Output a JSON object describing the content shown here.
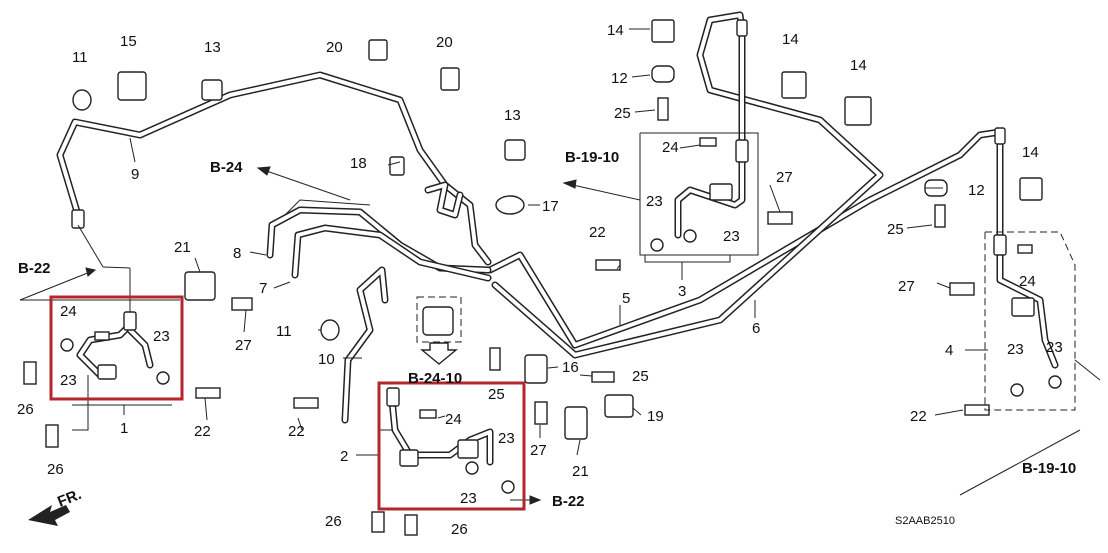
{
  "diagram": {
    "code": "S2AAB2510",
    "front_label": "FR.",
    "highlight_color": "#b3262e",
    "refs": {
      "b24": "B-24",
      "b19_10_top": "B-19-10",
      "b22_left": "B-22",
      "b24_10": "B-24-10",
      "b22_bottom": "B-22",
      "b19_10_right": "B-19-10"
    },
    "callouts": {
      "c11a": "11",
      "c15": "15",
      "c13a": "13",
      "c20a": "20",
      "c20b": "20",
      "c14a": "14",
      "c14b": "14",
      "c14c": "14",
      "c14d": "14",
      "c12a": "12",
      "c12b": "12",
      "c25a": "25",
      "c25b": "25",
      "c25c": "25",
      "c25d": "25",
      "c13b": "13",
      "c18": "18",
      "c17": "17",
      "c9": "9",
      "c24a": "24",
      "c24b": "24",
      "c24c": "24",
      "c24d": "24",
      "c23a": "23",
      "c23b": "23",
      "c23c": "23",
      "c23d": "23",
      "c23e": "23",
      "c23f": "23",
      "c23g": "23",
      "c23h": "23",
      "c27a": "27",
      "c27b": "27",
      "c27c": "27",
      "c27d": "27",
      "c22a": "22",
      "c22b": "22",
      "c22c": "22",
      "c22d": "22",
      "c21a": "21",
      "c21b": "21",
      "c8": "8",
      "c7": "7",
      "c11b": "11",
      "c10": "10",
      "c26a": "26",
      "c26b": "26",
      "c26c": "26",
      "c26d": "26",
      "c1": "1",
      "c2": "2",
      "c3": "3",
      "c4": "4",
      "c5": "5",
      "c6": "6",
      "c16": "16",
      "c19": "19"
    }
  }
}
